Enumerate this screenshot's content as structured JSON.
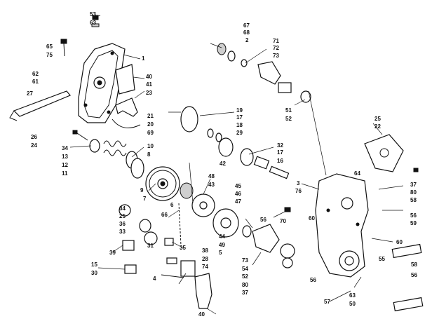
{
  "diagram": {
    "callouts": [
      "53",
      "63",
      "65",
      "75",
      "1",
      "67",
      "68",
      "2",
      "71",
      "72",
      "73",
      "62",
      "61",
      "40",
      "41",
      "23",
      "27",
      "21",
      "20",
      "69",
      "19",
      "17",
      "18",
      "29",
      "51",
      "52",
      "26",
      "24",
      "34",
      "13",
      "12",
      "11",
      "10",
      "8",
      "32",
      "17",
      "16",
      "25",
      "22",
      "9",
      "7",
      "42",
      "48",
      "43",
      "6",
      "45",
      "46",
      "47",
      "3",
      "76",
      "64",
      "37",
      "80",
      "58",
      "56",
      "59",
      "34",
      "25",
      "36",
      "33",
      "66",
      "44",
      "49",
      "5",
      "56",
      "70",
      "60",
      "60",
      "55",
      "39",
      "31",
      "35",
      "38",
      "28",
      "74",
      "73",
      "54",
      "52",
      "80",
      "37",
      "58",
      "56",
      "15",
      "30",
      "4",
      "56",
      "57",
      "63",
      "50",
      "40"
    ]
  }
}
